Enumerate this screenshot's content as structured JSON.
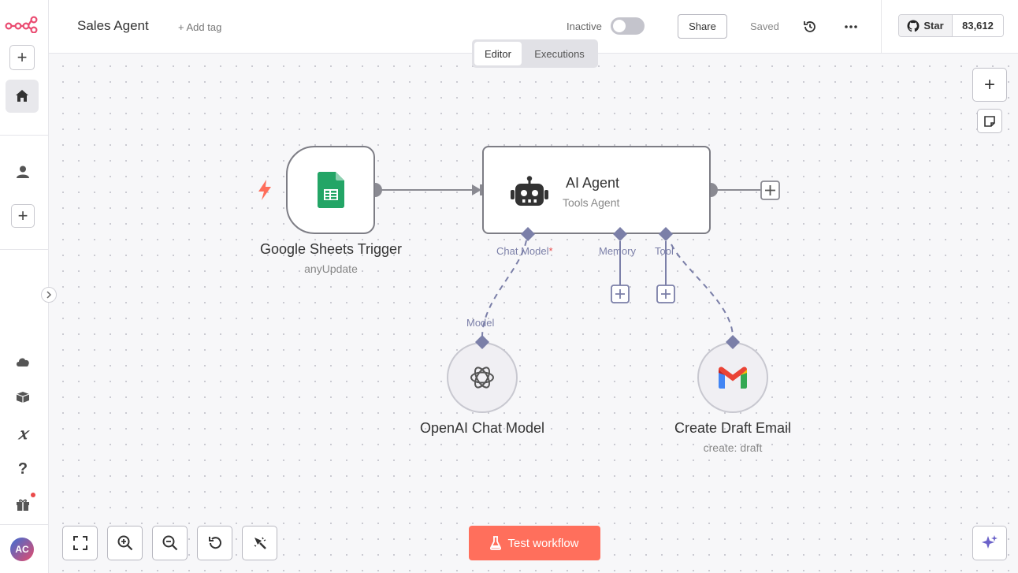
{
  "app": {
    "logo_icon": "n8n-logo-icon",
    "accent_color": "#ea4b71",
    "button_color": "#ff6f5c"
  },
  "header": {
    "workflow_name": "Sales Agent",
    "add_tag": "+ Add tag",
    "status_label": "Inactive",
    "active": false,
    "share_label": "Share",
    "save_status": "Saved",
    "github_star_label": "Star",
    "github_star_count": "83,612"
  },
  "tabs": [
    {
      "label": "Editor",
      "active": true
    },
    {
      "label": "Executions",
      "active": false
    }
  ],
  "sidebar": {
    "top_items": [
      "create-button",
      "home-icon",
      "user-icon",
      "add-project-button"
    ],
    "bottom_items": [
      "cloud-icon",
      "templates-icon",
      "variables-icon",
      "help-icon",
      "whats-new-icon"
    ],
    "avatar_initials": "AC"
  },
  "nodes": {
    "trigger": {
      "title": "Google Sheets Trigger",
      "subtitle": "anyUpdate",
      "icon": "google-sheets-icon"
    },
    "agent": {
      "title": "AI Agent",
      "subtitle": "Tools Agent",
      "icon": "robot-icon"
    },
    "model": {
      "title": "OpenAI Chat Model",
      "icon": "openai-icon"
    },
    "gmail": {
      "title": "Create Draft Email",
      "subtitle": "create: draft",
      "icon": "gmail-icon"
    }
  },
  "ports": {
    "chat_model": "Chat Model",
    "required_mark": "*",
    "memory": "Memory",
    "tool": "Tool",
    "model_input": "Model"
  },
  "footer": {
    "test_button": "Test workflow",
    "controls": [
      "fit-view-icon",
      "zoom-in-icon",
      "zoom-out-icon",
      "reset-zoom-icon",
      "tidy-up-icon"
    ]
  }
}
